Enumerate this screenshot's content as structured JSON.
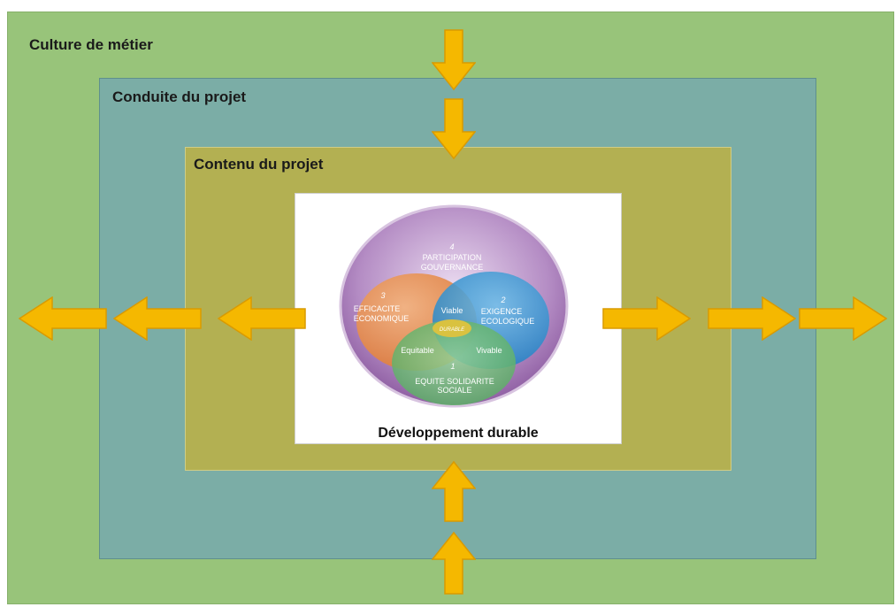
{
  "labels": {
    "culture": "Culture de métier",
    "conduite": "Conduite du projet",
    "contenu": "Contenu du projet",
    "developpement": "Développement durable"
  },
  "venn": {
    "top_number": "4",
    "top_line1": "PARTICIPATION",
    "top_line2": "GOUVERNANCE",
    "left_number": "3",
    "left_line1": "EFFICACITE",
    "left_line2": "ECONOMIQUE",
    "right_number": "2",
    "right_line1": "EXIGENCE",
    "right_line2": "ECOLOGIQUE",
    "bottom_number": "1",
    "bottom_line1": "EQUITE SOLIDARITE",
    "bottom_line2": "SOCIALE",
    "viable": "Viable",
    "equitable": "Equitable",
    "vivable": "Vivable",
    "center": "DURABLE"
  },
  "colors": {
    "outer": "#98c47a",
    "middle": "#7bada6",
    "inner": "#b3b052",
    "arrow": "#f5b800",
    "arrow_stroke": "#d99a00",
    "purple": "#a678b8",
    "orange": "#e8955a",
    "blue": "#3e9ed6",
    "green": "#6dba73"
  }
}
